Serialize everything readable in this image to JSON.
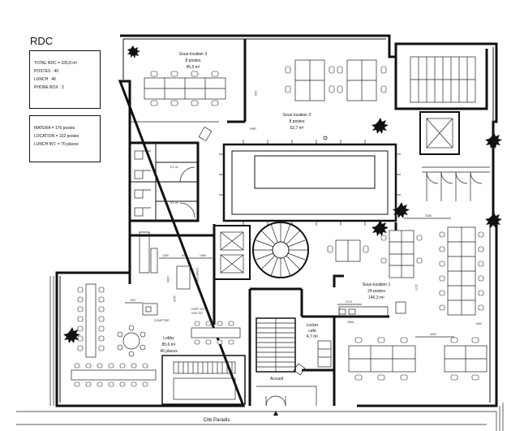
{
  "plan": {
    "level_title": "RDC",
    "stats_box": [
      "TOTAL RDC = 335,8 m²",
      "POSTES : 40",
      "LUNCH : 46",
      "PHONE BOX : 3"
    ],
    "capacity_box": [
      "MATERA = 176 postes",
      "LOCATION = 102 postes",
      "LUNCH INT. = 70 places"
    ],
    "rooms": {
      "sous_location_3": {
        "name": "Sous-location 3",
        "seats": "8 postes",
        "area": "45,5 m²"
      },
      "sous_location_2": {
        "name": "Sous-location 2",
        "seats": "8 postes",
        "area": "53,7 m²"
      },
      "sous_location_1": {
        "name": "Sous-location 1",
        "seats": "24 postes",
        "area": "146,3 m²"
      },
      "lobby": {
        "name": "Lobby",
        "area": "85,6 m²",
        "seats": "46 places"
      },
      "locker": {
        "name": "Locker",
        "sub": "cafe",
        "area": "4,7 m²"
      },
      "wc_a": {
        "area": "5,1 m²"
      },
      "wc_b": {
        "area": "5,1 m²"
      },
      "accueil": {
        "name": "Accueil"
      },
      "comptoir": {
        "name": "COMPTOIR"
      },
      "comptoir_side": {
        "name": "COMPTOIR"
      },
      "pmr": {
        "name": "PMR"
      },
      "hspf": {
        "line1": "HSPF 323",
        "line2": "HSD 337"
      }
    },
    "street": "Cité Paradis",
    "dims": {
      "d1": "1300",
      "d2": "900",
      "d3": "1966",
      "d4": "1400",
      "d5": "1097",
      "d6": "1975",
      "d7": "2179",
      "d8": "4000",
      "d9": "1560",
      "d10": "3185",
      "d11": "1120",
      "d12": "1170",
      "d13": "4300",
      "d14": "615",
      "d15": "406A"
    }
  }
}
